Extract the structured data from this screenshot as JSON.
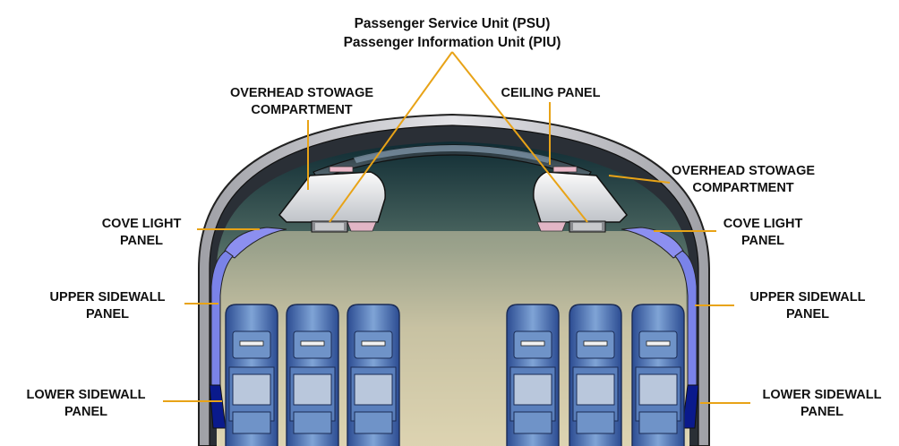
{
  "colors": {
    "leader": "#e8a317",
    "shell": "#bdbdc2",
    "sidewall": "#7a83e8",
    "seat": "#4a6fb0",
    "dark_blue": "#0a1a8c"
  },
  "labels": {
    "psu": [
      "Passenger Service Unit (PSU)",
      "Passenger Information Unit (PIU)"
    ],
    "overhead_left": [
      "OVERHEAD STOWAGE",
      "COMPARTMENT"
    ],
    "ceiling": [
      "CEILING PANEL"
    ],
    "overhead_right": [
      "OVERHEAD STOWAGE",
      "COMPARTMENT"
    ],
    "cove_left": [
      "COVE LIGHT",
      "PANEL"
    ],
    "cove_right": [
      "COVE LIGHT",
      "PANEL"
    ],
    "upper_left": [
      "UPPER SIDEWALL",
      "PANEL"
    ],
    "upper_right": [
      "UPPER SIDEWALL",
      "PANEL"
    ],
    "lower_left": [
      "LOWER SIDEWALL",
      "PANEL"
    ],
    "lower_right": [
      "LOWER SIDEWALL",
      "PANEL"
    ]
  }
}
